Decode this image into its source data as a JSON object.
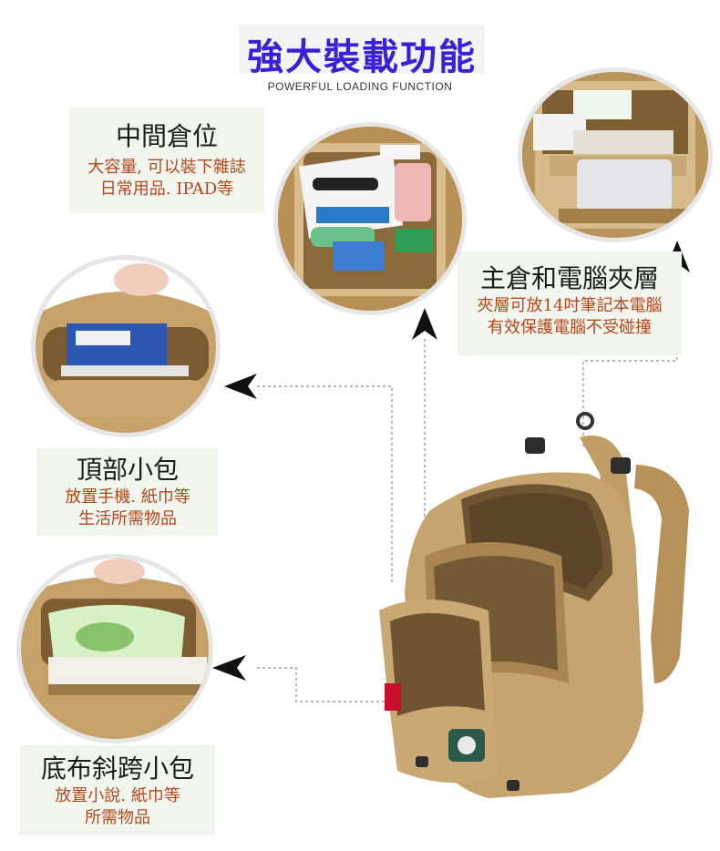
{
  "header": {
    "title": "強大裝載功能",
    "subtitle": "POWERFUL LOADING FUNCTION"
  },
  "sections": {
    "middle": {
      "heading": "中間倉位",
      "lines": [
        "大容量, 可以裝下雜誌",
        "日常用品. IPAD等"
      ]
    },
    "main": {
      "heading": "主倉和電腦夾層",
      "lines": [
        "夾層可放14吋筆記本電腦",
        "有效保護電腦不受碰撞"
      ]
    },
    "top": {
      "heading": "頂部小包",
      "lines": [
        "放置手機. 紙巾等",
        "生活所需物品"
      ]
    },
    "bottom": {
      "heading": "底布斜跨小包",
      "lines": [
        "放置小說. 紙巾等",
        "所需物品"
      ]
    }
  },
  "colors": {
    "title": "#3a1fd6",
    "caption_text": "#b3461a",
    "bag": "#c8a874"
  }
}
